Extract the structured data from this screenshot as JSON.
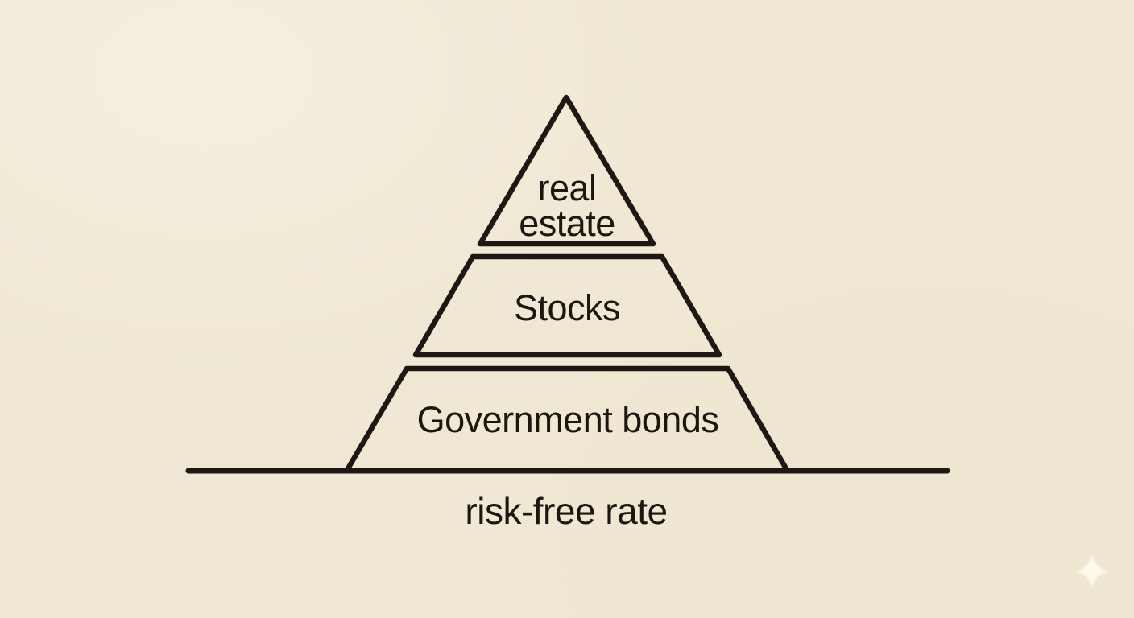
{
  "canvas": {
    "background_color": "#f0e8d4",
    "stroke_color": "#1c1813",
    "text_color": "#1a1610"
  },
  "diagram": {
    "type": "pyramid",
    "title": "",
    "tiers": [
      {
        "name": "real estate",
        "level": "top",
        "lines": [
          "real",
          "estate"
        ]
      },
      {
        "name": "Stocks",
        "level": "middle",
        "lines": [
          "Stocks"
        ]
      },
      {
        "name": "Government bonds",
        "level": "bottom",
        "lines": [
          "Government bonds"
        ]
      }
    ],
    "baseline_label": "risk-free rate"
  },
  "icons": {
    "sparkle": {
      "name": "sparkle-icon",
      "color": "#fffdf3"
    }
  }
}
